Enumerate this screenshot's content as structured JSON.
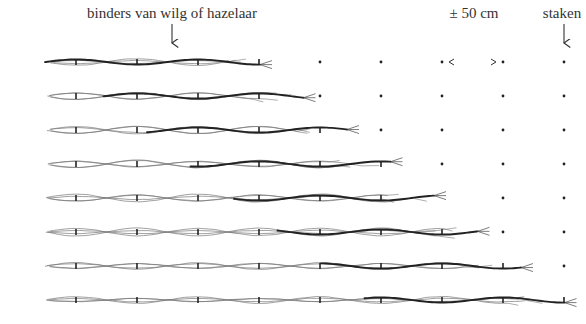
{
  "diagram": {
    "labels": [
      "binders van wilg of hazelaar",
      "± 50 cm",
      "staken"
    ]
  }
}
